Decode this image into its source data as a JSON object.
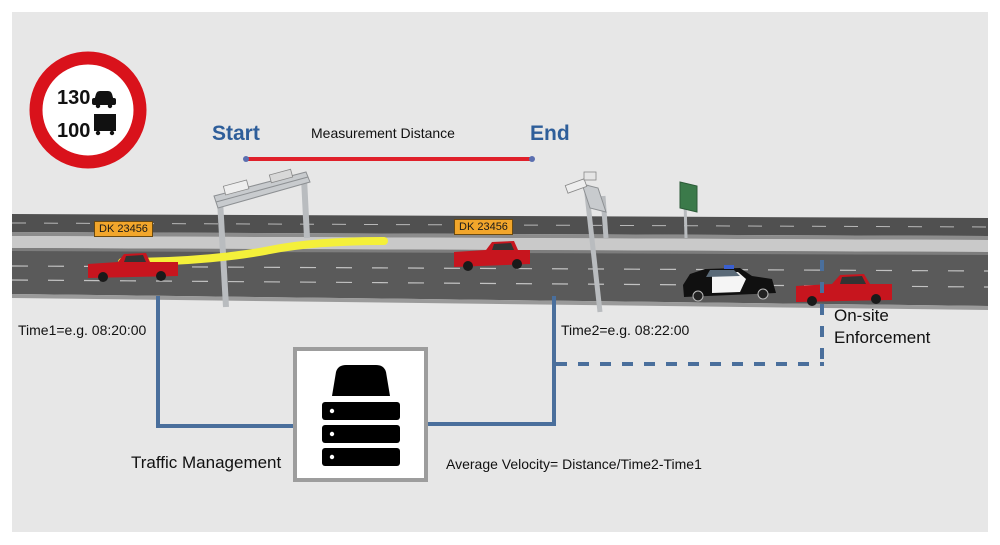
{
  "speed_sign": {
    "car_limit": "130",
    "truck_limit": "100",
    "icons": [
      "car-icon",
      "truck-icon"
    ],
    "ring_color": "#d9121b"
  },
  "measurement": {
    "start_label": "Start",
    "end_label": "End",
    "distance_label": "Measurement Distance",
    "label_color": "#2e5e9a",
    "bar_color": "#e0202a"
  },
  "plates": {
    "first": "DK 23456",
    "second": "DK 23456"
  },
  "timestamps": {
    "time1": "Time1=e.g. 08:20:00",
    "time2": "Time2=e.g. 08:22:00"
  },
  "server": {
    "label": "Traffic Management",
    "icon": "server-stack-icon"
  },
  "formula": "Average Velocity= Distance/Time2-Time1",
  "enforcement": {
    "line1": "On-site",
    "line2": "Enforcement"
  },
  "colors": {
    "connector": "#4a6f9c",
    "vehicle_trail": "#f4f03a",
    "vehicle": "#c7151e",
    "background": "#e7e7e7"
  }
}
